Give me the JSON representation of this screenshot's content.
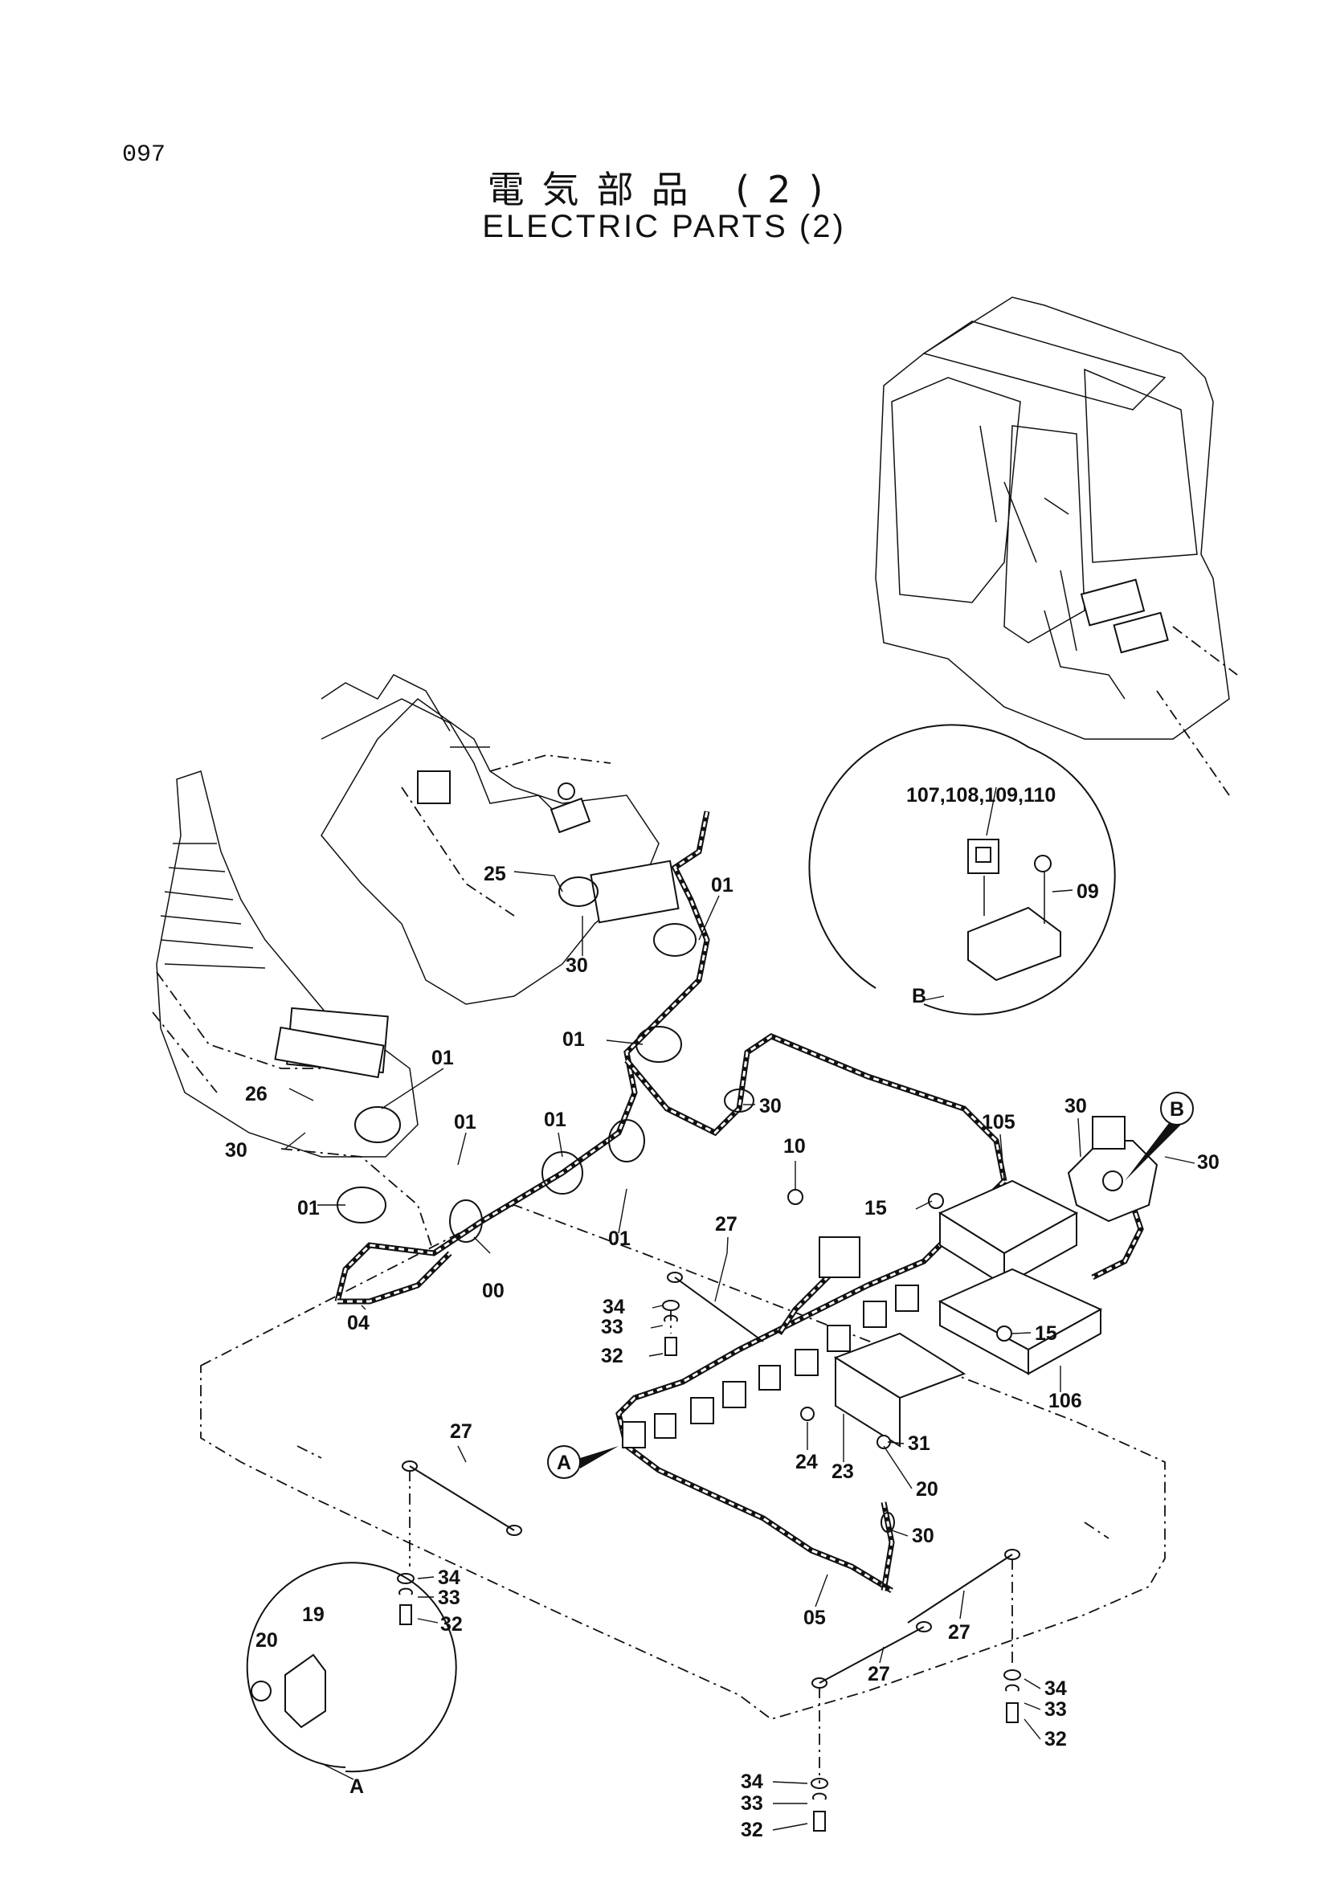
{
  "page_number": "097",
  "title_jp": "電気部品 (2)",
  "title_en": "ELECTRIC PARTS (2)",
  "callouts": [
    {
      "label": "25"
    },
    {
      "label": "01"
    },
    {
      "label": "30"
    },
    {
      "label": "01"
    },
    {
      "label": "26"
    },
    {
      "label": "01"
    },
    {
      "label": "30"
    },
    {
      "label": "01"
    },
    {
      "label": "01"
    },
    {
      "label": "01"
    },
    {
      "label": "01"
    },
    {
      "label": "00"
    },
    {
      "label": "04"
    },
    {
      "label": "30"
    },
    {
      "label": "10"
    },
    {
      "label": "27"
    },
    {
      "label": "15"
    },
    {
      "label": "105"
    },
    {
      "label": "30"
    },
    {
      "label": "30"
    },
    {
      "label": "34"
    },
    {
      "label": "33"
    },
    {
      "label": "32"
    },
    {
      "label": "15"
    },
    {
      "label": "106"
    },
    {
      "label": "27"
    },
    {
      "label": "31"
    },
    {
      "label": "24"
    },
    {
      "label": "23"
    },
    {
      "label": "20"
    },
    {
      "label": "30"
    },
    {
      "label": "34"
    },
    {
      "label": "33"
    },
    {
      "label": "32"
    },
    {
      "label": "05"
    },
    {
      "label": "27"
    },
    {
      "label": "27"
    },
    {
      "label": "34"
    },
    {
      "label": "33"
    },
    {
      "label": "32"
    },
    {
      "label": "34"
    },
    {
      "label": "33"
    },
    {
      "label": "32"
    },
    {
      "label": "107,108,109,110"
    },
    {
      "label": "09"
    }
  ],
  "detail_b": {
    "letter": "B"
  },
  "detail_a": {
    "letter": "A",
    "labels": [
      "20",
      "19"
    ]
  },
  "markers": [
    {
      "letter": "A"
    },
    {
      "letter": "B"
    }
  ]
}
